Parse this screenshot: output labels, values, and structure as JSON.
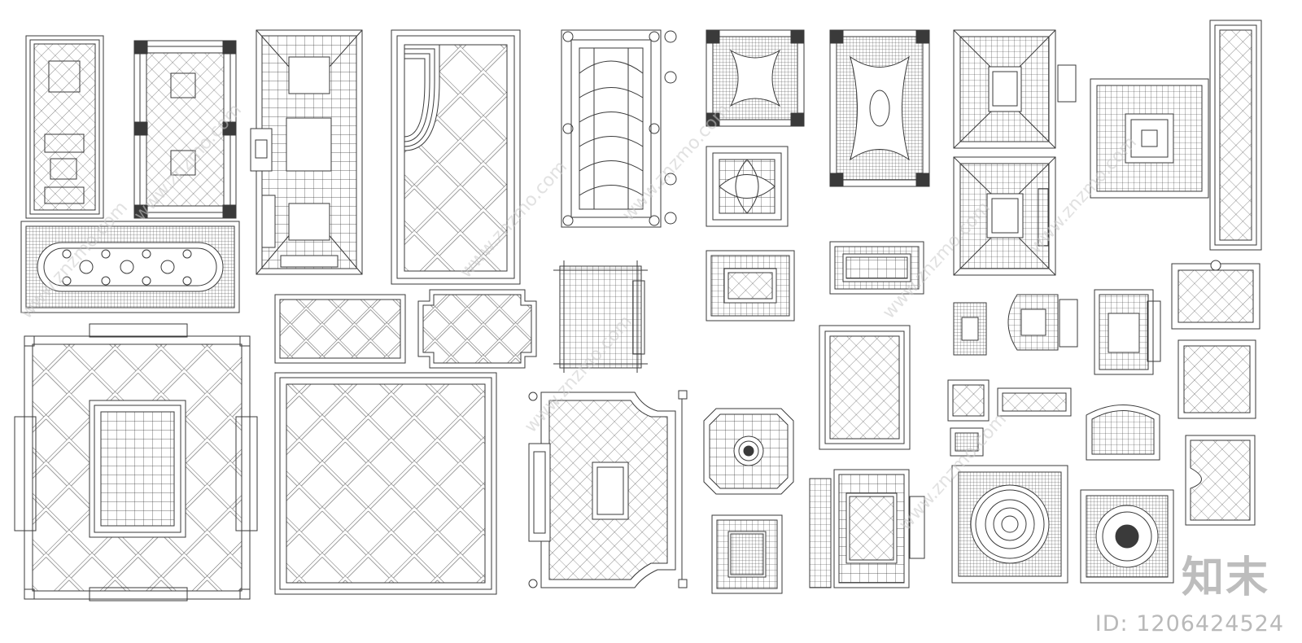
{
  "watermark": {
    "text": "www.znzmo.com",
    "brand": "知末",
    "id_label": "ID: 1206424524"
  },
  "colors": {
    "background": "#ffffff",
    "line": "#3a3a3a",
    "watermark": "#c9c9c9"
  }
}
